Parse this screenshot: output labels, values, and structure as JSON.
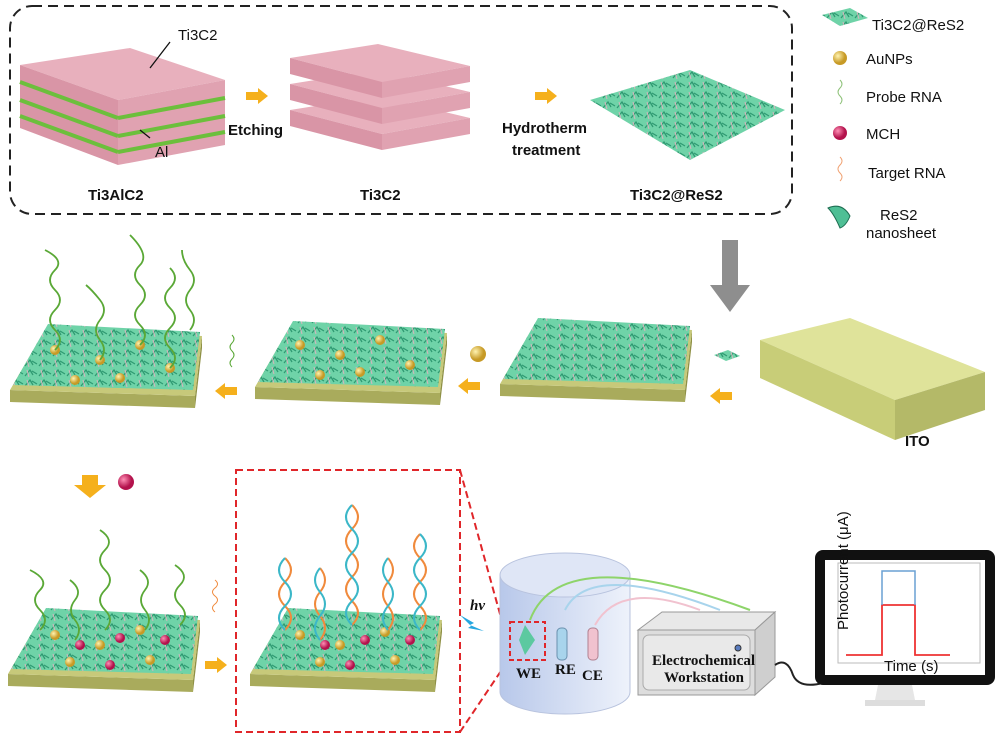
{
  "synthesis": {
    "ti3c2_top_label": "Ti3C2",
    "al_label": "Al",
    "ti3alc2": "Ti3AlC2",
    "etching": "Etching",
    "ti3c2": "Ti3C2",
    "hydrotherm_1": "Hydrotherm",
    "hydrotherm_2": "treatment",
    "product": "Ti3C2@ReS2"
  },
  "legend": [
    {
      "label": "Ti3C2@ReS2",
      "icon": "composite-sheet-icon"
    },
    {
      "label": "AuNPs",
      "icon": "gold-nanoparticle-icon"
    },
    {
      "label": "Probe RNA",
      "icon": "probe-rna-icon"
    },
    {
      "label": "MCH",
      "icon": "mch-icon"
    },
    {
      "label": "Target RNA",
      "icon": "target-rna-icon"
    },
    {
      "label": "ReS2",
      "label2": "nanosheet",
      "icon": "res2-nanosheet-icon"
    }
  ],
  "ito_label": "ITO",
  "setup": {
    "hv": "hv",
    "we": "WE",
    "re": "RE",
    "ce": "CE",
    "workstation_1": "Electrochemical",
    "workstation_2": "Workstation",
    "ylabel": "Photocurrent (μA)",
    "xlabel": "Time (s)"
  },
  "colors": {
    "arrow": "#f5b01c",
    "sheet": "#5cc9a0",
    "substrate": "#b9bb6b",
    "plate": "#e6a8b6",
    "al_layer": "#6cbf3c",
    "gold": "#d9b23c",
    "mch": "#c8205a",
    "probe": "#5aa836",
    "target": "#f08a3c"
  }
}
